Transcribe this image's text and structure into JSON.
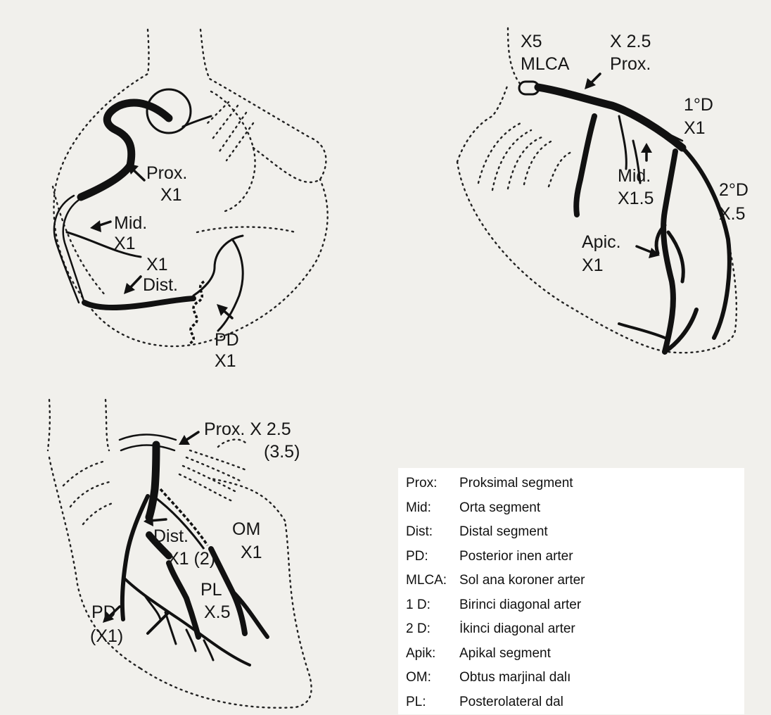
{
  "panel_rca": {
    "labels": {
      "prox": "Prox.",
      "prox_factor": "X1",
      "mid": "Mid.",
      "mid_factor": "X1",
      "x1": "X1",
      "dist": "Dist.",
      "pd": "PD",
      "pd_factor": "X1"
    }
  },
  "panel_lad": {
    "labels": {
      "x5": "X5",
      "mlca": "MLCA",
      "x25": "X 2.5",
      "prox": "Prox.",
      "d1": "1°D",
      "d1_factor": "X1",
      "mid": "Mid.",
      "mid_factor": "X1.5",
      "d2": "2°D",
      "d2_factor": "X.5",
      "apic": "Apic.",
      "apic_factor": "X1"
    }
  },
  "panel_cx": {
    "labels": {
      "prox": "Prox. X 2.5",
      "prox_alt": "(3.5)",
      "dist": "Dist.",
      "dist_factor": "X1 (2)",
      "om": "OM",
      "om_factor": "X1",
      "pl": "PL",
      "pl_factor": "X.5",
      "pd": "PD",
      "pd_factor": "(X1)"
    }
  },
  "legend": [
    {
      "abbr": "Prox:",
      "desc": "Proksimal segment"
    },
    {
      "abbr": "Mid:",
      "desc": "Orta segment"
    },
    {
      "abbr": "Dist:",
      "desc": "Distal segment"
    },
    {
      "abbr": "PD:",
      "desc": "Posterior inen arter"
    },
    {
      "abbr": "MLCA:",
      "desc": "Sol ana koroner arter"
    },
    {
      "abbr": "1 D:",
      "desc": "Birinci diagonal arter"
    },
    {
      "abbr": "2 D:",
      "desc": "İkinci diagonal arter"
    },
    {
      "abbr": "Apik:",
      "desc": "Apikal segment"
    },
    {
      "abbr": "OM:",
      "desc": "Obtus marjinal dalı"
    },
    {
      "abbr": "PL:",
      "desc": "Posterolateral dal"
    }
  ]
}
